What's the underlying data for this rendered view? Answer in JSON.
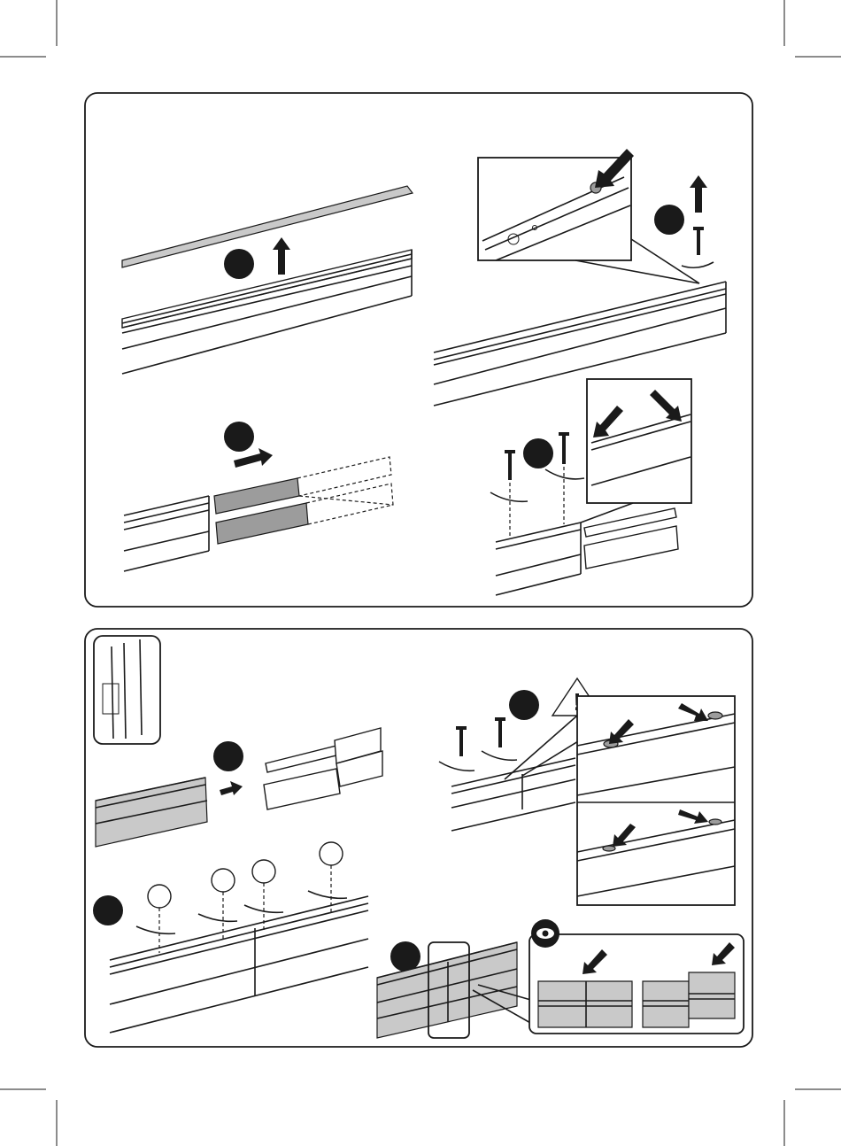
{
  "page": {
    "background": "#ffffff",
    "ink": "#1a1a1a",
    "shade": "#9c9c9c"
  },
  "panels": [
    {
      "id": "top-panel",
      "steps": [
        "remove-cover-strip",
        "remove-screw",
        "slide-joiner",
        "insert-screws"
      ]
    },
    {
      "id": "bottom-panel",
      "steps": [
        "overview",
        "join-rails",
        "insert-screws",
        "tighten-screws",
        "check-alignment"
      ]
    }
  ],
  "icons": [
    "arrow-up-icon",
    "arrow-right-icon",
    "rotate-arrow-icon",
    "screw-icon",
    "warning-icon",
    "eye-icon",
    "step-circle-icon"
  ],
  "warning": {
    "symbol": "!"
  }
}
